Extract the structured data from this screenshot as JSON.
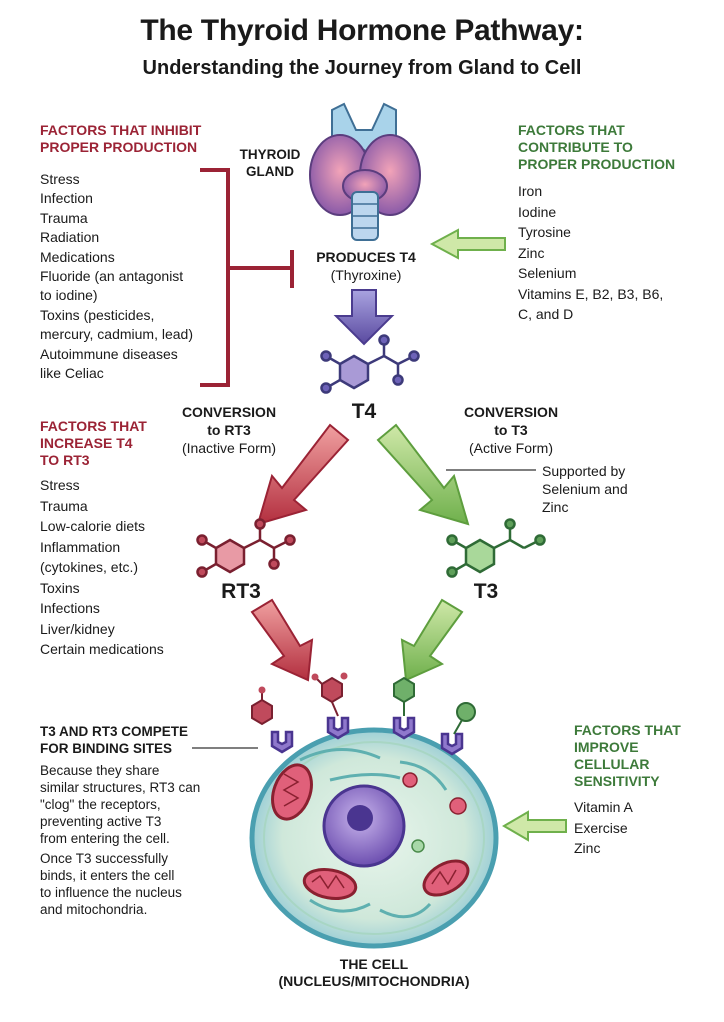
{
  "header": {
    "title": "The Thyroid Hormone Pathway:",
    "subtitle": "Understanding the Journey from Gland to Cell"
  },
  "inhibit": {
    "heading": [
      "FACTORS THAT INHIBIT",
      "PROPER PRODUCTION"
    ],
    "items": [
      "Stress",
      "Infection",
      "Trauma",
      "Radiation",
      "Medications",
      "Fluoride (an antagonist",
      "to iodine)",
      "Toxins (pesticides,",
      "mercury, cadmium, lead)",
      "Autoimmune diseases",
      "like Celiac"
    ]
  },
  "gland": {
    "label": [
      "THYROID",
      "GLAND"
    ],
    "produces": [
      "PRODUCES T4",
      "(Thyroxine)"
    ]
  },
  "contribute": {
    "heading": [
      "FACTORS THAT",
      "CONTRIBUTE TO",
      "PROPER PRODUCTION"
    ],
    "items": [
      "Iron",
      "Iodine",
      "Tyrosine",
      "Zinc",
      "Selenium",
      "Vitamins E, B2, B3, B6,",
      "C, and D"
    ]
  },
  "t4": {
    "label": "T4"
  },
  "conv_rt3": {
    "lines": [
      "CONVERSION",
      "to RT3",
      "(Inactive Form)"
    ]
  },
  "conv_t3": {
    "lines": [
      "CONVERSION",
      "to T3",
      "(Active Form)"
    ],
    "support": [
      "Supported by",
      "Selenium and",
      "Zinc"
    ]
  },
  "increase": {
    "heading": [
      "FACTORS THAT",
      "INCREASE T4",
      "TO RT3"
    ],
    "items": [
      "Stress",
      "Trauma",
      "Low-calorie diets",
      "Inflammation",
      "(cytokines, etc.)",
      "Toxins",
      "Infections",
      "Liver/kidney",
      "Certain medications"
    ]
  },
  "rt3": {
    "label": "RT3"
  },
  "t3": {
    "label": "T3"
  },
  "compete": {
    "heading": [
      "T3 AND RT3 COMPETE",
      "FOR BINDING SITES"
    ],
    "para1": [
      "Because they share",
      "similar structures, RT3 can",
      "\"clog\" the receptors,",
      "preventing active T3",
      "from entering the cell."
    ],
    "para2": [
      "Once T3 successfully",
      "binds, it enters the cell",
      "to influence the nucleus",
      "and mitochondria."
    ]
  },
  "sensitivity": {
    "heading": [
      "FACTORS THAT",
      "IMPROVE",
      "CELLULAR",
      "SENSITIVITY"
    ],
    "items": [
      "Vitamin A",
      "Exercise",
      "Zinc"
    ]
  },
  "cell": {
    "label": [
      "THE CELL",
      "(NUCLEUS/MITOCHONDRIA)"
    ]
  },
  "colors": {
    "red": "#9b2335",
    "green": "#3d7a3a",
    "purple": "#5a4aa0"
  }
}
